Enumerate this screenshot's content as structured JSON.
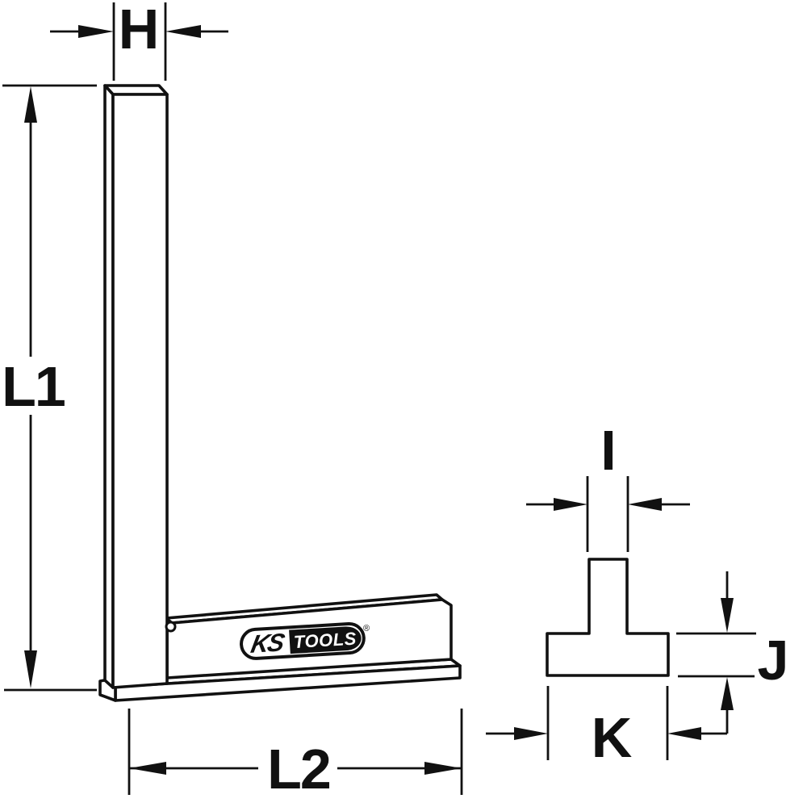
{
  "diagram": {
    "labels": {
      "h": "H",
      "l1": "L1",
      "l2": "L2",
      "i": "I",
      "j": "J",
      "k": "K"
    },
    "logo": {
      "script": "KS",
      "block": "TOOLS",
      "registered": "®"
    },
    "colors": {
      "line": "#111111",
      "background": "#ffffff",
      "logo_black": "#111111"
    }
  }
}
